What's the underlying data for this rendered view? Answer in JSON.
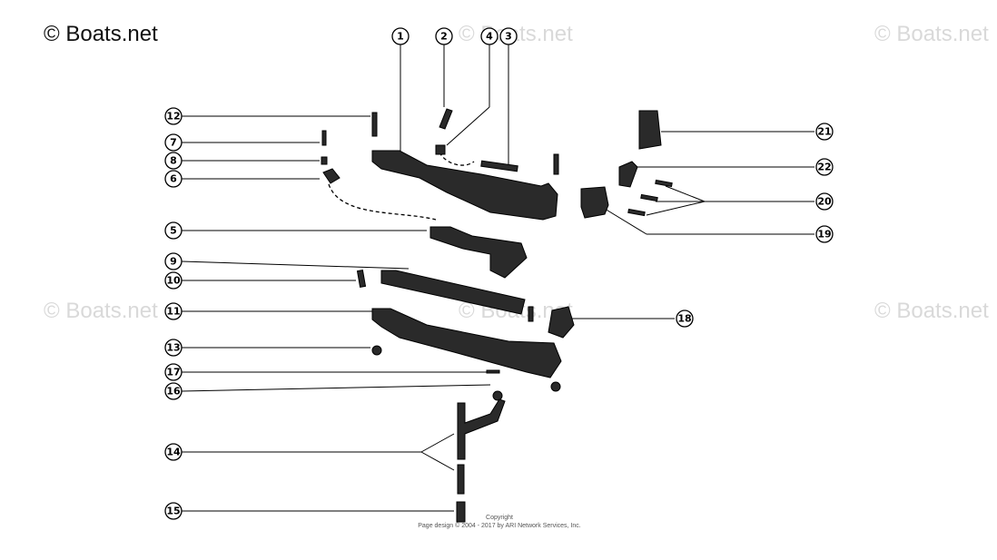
{
  "brand": "© Boats.net",
  "watermark": "© Boats.net",
  "copyright_line1": "Copyright",
  "copyright_line2": "Page design © 2004 - 2017 by ARI Network Services, Inc.",
  "callouts": [
    "1",
    "2",
    "4",
    "3",
    "12",
    "7",
    "8",
    "6",
    "5",
    "9",
    "10",
    "11",
    "13",
    "17",
    "16",
    "14",
    "15",
    "21",
    "22",
    "20",
    "19",
    "18"
  ],
  "colors": {
    "ink": "#000000",
    "part": "#2a2a2a",
    "watermark": "#d9d9d9"
  }
}
